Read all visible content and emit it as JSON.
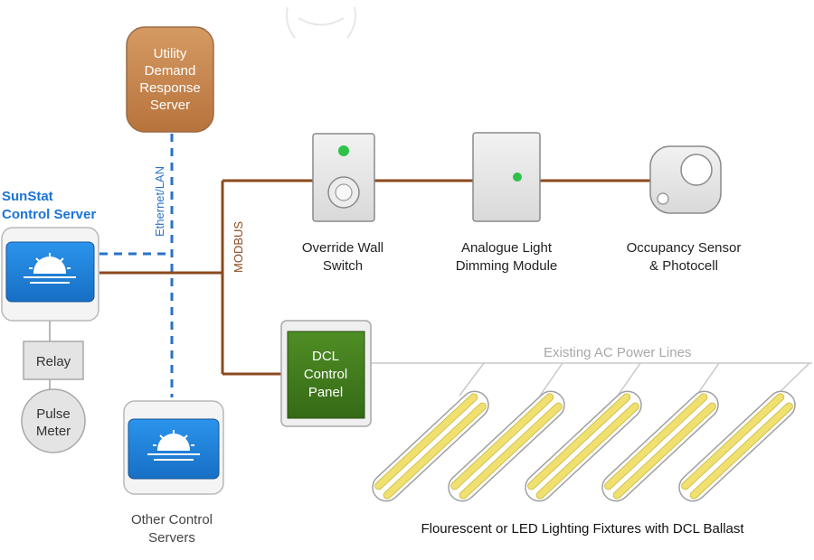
{
  "title_sunstat": [
    "SunStat",
    "Control Server"
  ],
  "utility_server": [
    "Utility",
    "Demand",
    "Response",
    "Server"
  ],
  "ethernet_label": "Ethernet/LAN",
  "modbus_label": "MODBUS",
  "relay_label": "Relay",
  "pulse_meter": [
    "Pulse",
    "Meter"
  ],
  "other_servers": [
    "Other Control",
    "Servers"
  ],
  "override_switch": [
    "Override Wall",
    "Switch"
  ],
  "dimming_module": [
    "Analogue Light",
    "Dimming Module"
  ],
  "occupancy_sensor": [
    "Occupancy Sensor",
    "& Photocell"
  ],
  "dcl_panel": [
    "DCL",
    "Control",
    "Panel"
  ],
  "ac_power_lines": "Existing AC Power Lines",
  "fixtures_caption": "Flourescent or LED Lighting Fixtures with DCL Ballast",
  "fixture_count": 5,
  "colors": {
    "brown_line": "#8B4A1E",
    "blue_dashed": "#2A72C8",
    "server_screen": "#1F86E0",
    "title_blue": "#1A73D9",
    "dcl_green": "#3E7A1C",
    "utility_orange": "#C8824A",
    "led_green": "#2EC24A",
    "tube_yellow": "#F0E070"
  },
  "icons": [
    "sun-icon",
    "led-indicator-icon",
    "push-button-icon",
    "sensor-lens-icon"
  ]
}
